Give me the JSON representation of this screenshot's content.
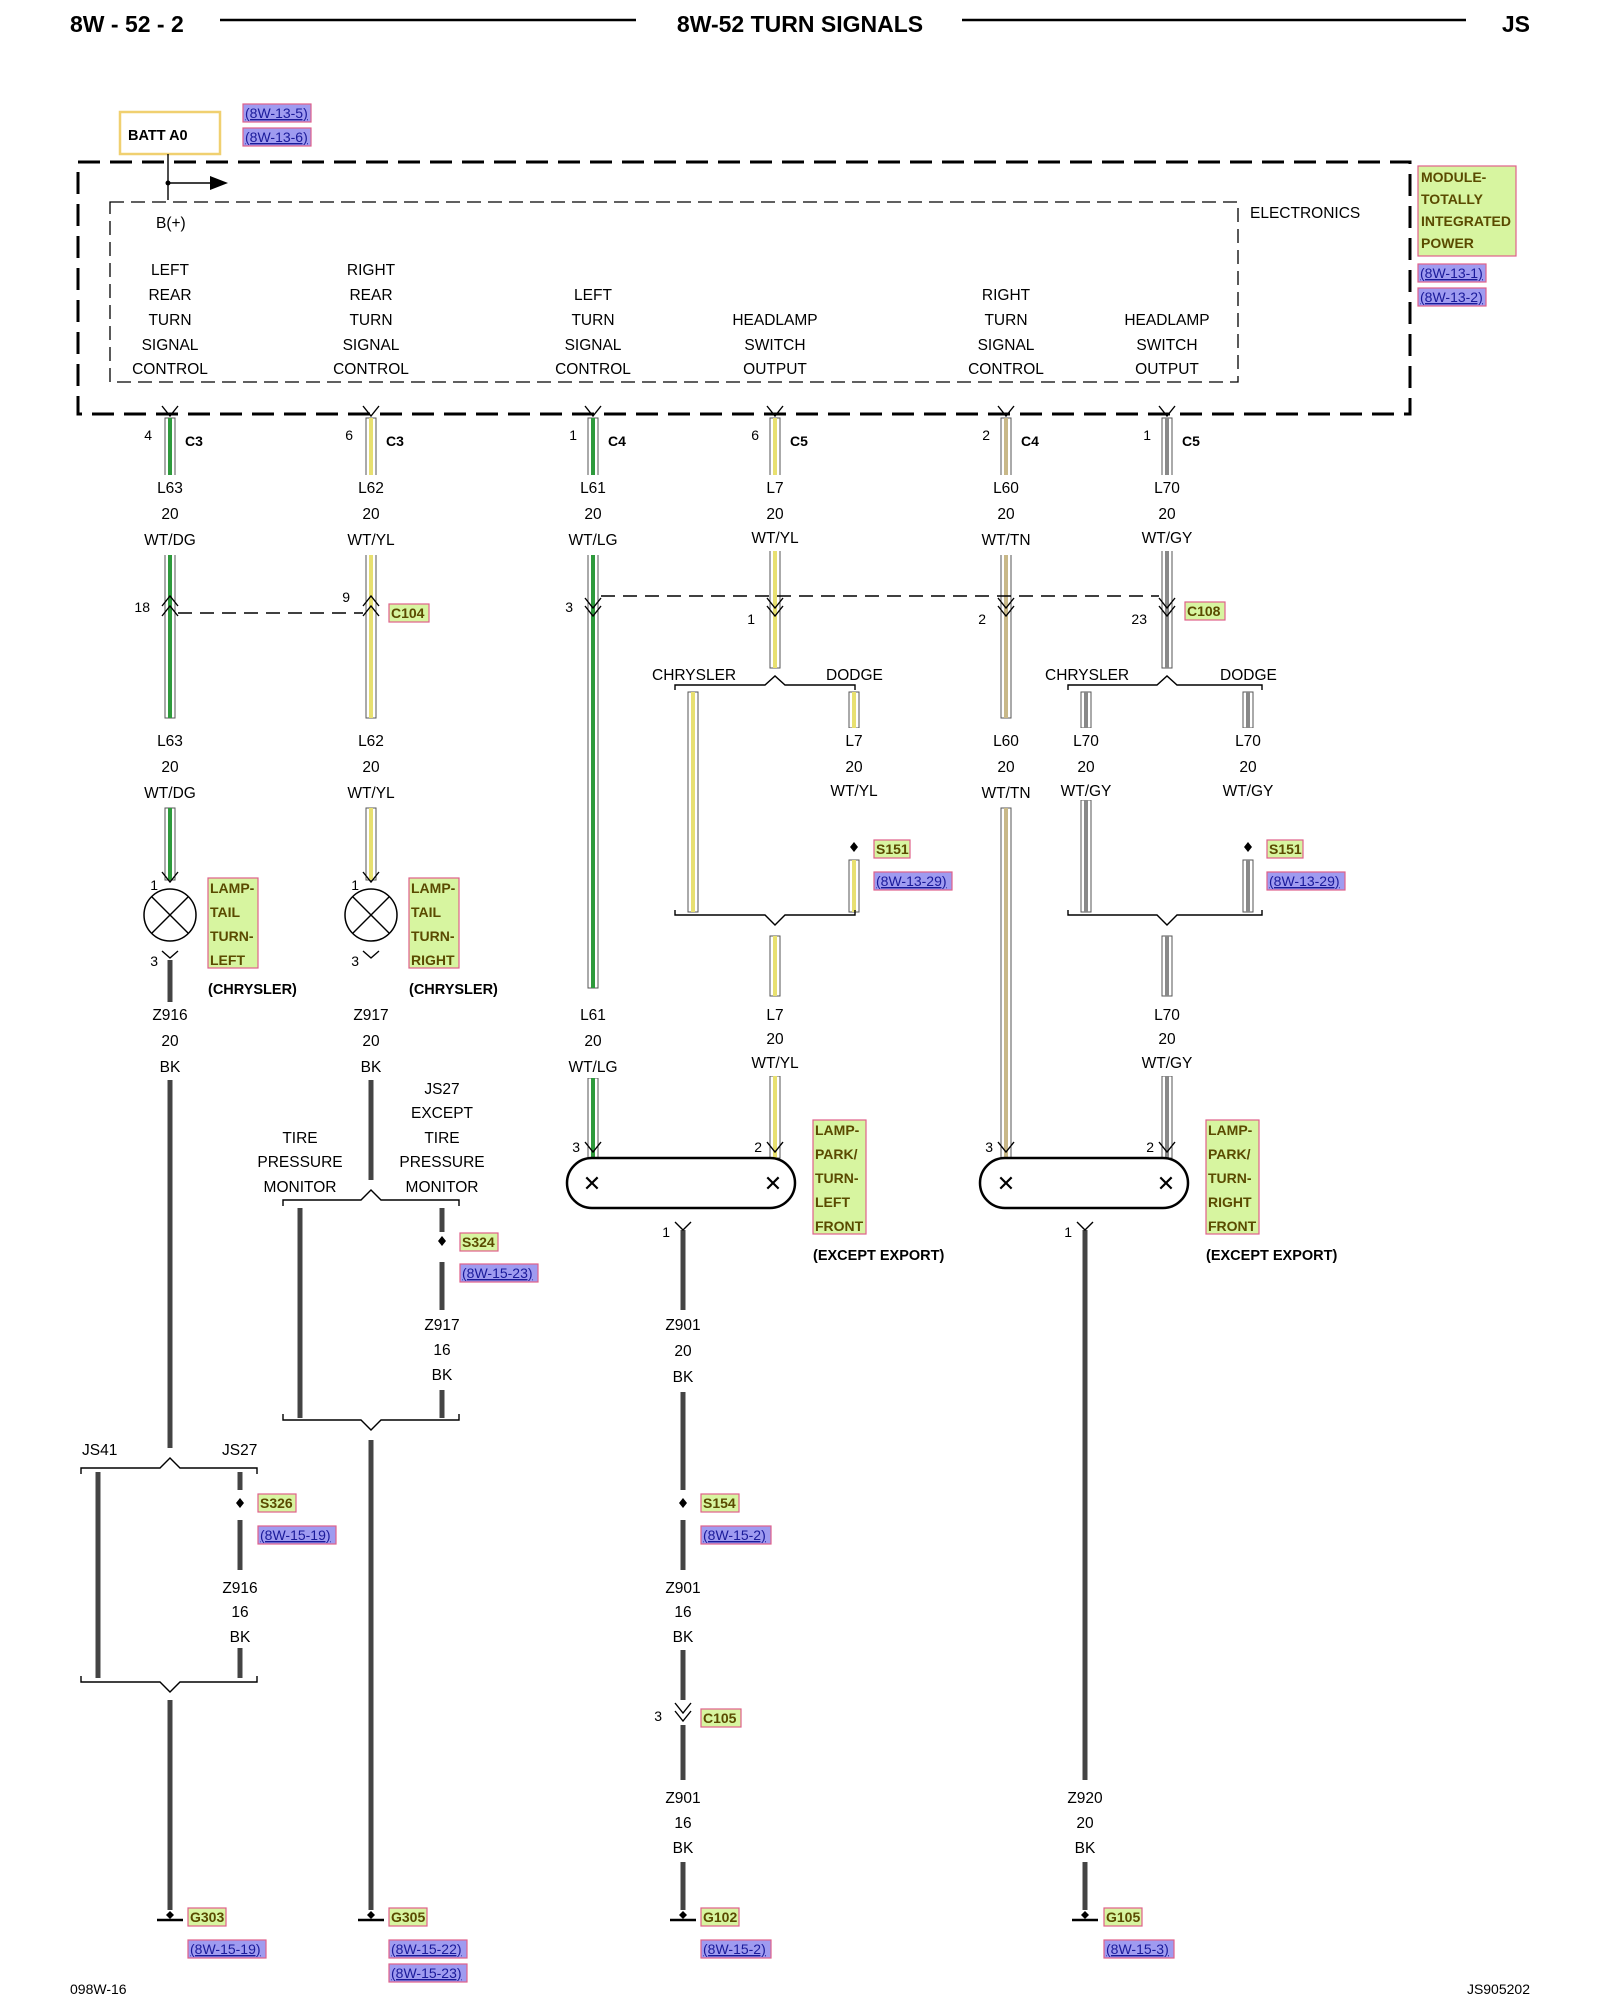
{
  "header": {
    "page_id": "8W - 52 - 2",
    "title": "8W-52 TURN SIGNALS",
    "model": "JS"
  },
  "footer": {
    "left": "098W-16",
    "right": "JS905202"
  },
  "battery": {
    "label": "BATT A0",
    "refs": [
      "(8W-13-5)",
      "(8W-13-6)"
    ]
  },
  "module": {
    "section": "ELECTRONICS",
    "name_lines": [
      "MODULE-",
      "TOTALLY",
      "INTEGRATED",
      "POWER"
    ],
    "refs": [
      "(8W-13-1)",
      "(8W-13-2)"
    ],
    "bplus": "B(+)",
    "outputs": [
      {
        "lines": [
          "LEFT",
          "REAR",
          "TURN",
          "SIGNAL",
          "CONTROL"
        ]
      },
      {
        "lines": [
          "RIGHT",
          "REAR",
          "TURN",
          "SIGNAL",
          "CONTROL"
        ]
      },
      {
        "lines": [
          "LEFT",
          "TURN",
          "SIGNAL",
          "CONTROL"
        ]
      },
      {
        "lines": [
          "HEADLAMP",
          "SWITCH",
          "OUTPUT"
        ]
      },
      {
        "lines": [
          "RIGHT",
          "TURN",
          "SIGNAL",
          "CONTROL"
        ]
      },
      {
        "lines": [
          "HEADLAMP",
          "SWITCH",
          "OUTPUT"
        ]
      }
    ],
    "pins": [
      {
        "pin": "4",
        "conn": "C3"
      },
      {
        "pin": "6",
        "conn": "C3"
      },
      {
        "pin": "1",
        "conn": "C4"
      },
      {
        "pin": "6",
        "conn": "C5"
      },
      {
        "pin": "2",
        "conn": "C4"
      },
      {
        "pin": "1",
        "conn": "C5"
      }
    ]
  },
  "wires_top": [
    {
      "circuit": "L63",
      "gauge": "20",
      "color": "WT/DG"
    },
    {
      "circuit": "L62",
      "gauge": "20",
      "color": "WT/YL"
    },
    {
      "circuit": "L61",
      "gauge": "20",
      "color": "WT/LG"
    },
    {
      "circuit": "L7",
      "gauge": "20",
      "color": "WT/YL"
    },
    {
      "circuit": "L60",
      "gauge": "20",
      "color": "WT/TN"
    },
    {
      "circuit": "L70",
      "gauge": "20",
      "color": "WT/GY"
    }
  ],
  "connectors": {
    "c104": {
      "name": "C104",
      "pins": [
        "18",
        "9"
      ]
    },
    "c108": {
      "name": "C108",
      "pins": [
        "3",
        "1",
        "2",
        "23"
      ]
    },
    "c105": {
      "name": "C105",
      "pin": "3"
    }
  },
  "variants": {
    "chrysler": "CHRYSLER",
    "dodge": "DODGE"
  },
  "wires_mid": [
    {
      "circuit": "L63",
      "gauge": "20",
      "color": "WT/DG"
    },
    {
      "circuit": "L62",
      "gauge": "20",
      "color": "WT/YL"
    },
    {
      "circuit": "L7",
      "gauge": "20",
      "color": "WT/YL"
    },
    {
      "circuit": "L60",
      "gauge": "20",
      "color": "WT/TN"
    },
    {
      "circuit": "L70",
      "gauge": "20",
      "color": "WT/GY"
    },
    {
      "circuit": "L70",
      "gauge": "20",
      "color": "WT/GY"
    }
  ],
  "splices": {
    "s151_a": {
      "name": "S151",
      "ref": "(8W-13-29)"
    },
    "s151_b": {
      "name": "S151",
      "ref": "(8W-13-29)"
    },
    "s324": {
      "name": "S324",
      "ref": "(8W-15-23)"
    },
    "s326": {
      "name": "S326",
      "ref": "(8W-15-19)"
    },
    "s154": {
      "name": "S154",
      "ref": "(8W-15-2)"
    }
  },
  "lamps": {
    "tail_left": {
      "lines": [
        "LAMP-",
        "TAIL",
        "TURN-",
        "LEFT"
      ],
      "note": "(CHRYSLER)",
      "pins": [
        "1",
        "3"
      ]
    },
    "tail_right": {
      "lines": [
        "LAMP-",
        "TAIL",
        "TURN-",
        "RIGHT"
      ],
      "note": "(CHRYSLER)",
      "pins": [
        "1",
        "3"
      ]
    },
    "front_left": {
      "lines": [
        "LAMP-",
        "PARK/",
        "TURN-",
        "LEFT",
        "FRONT"
      ],
      "note": "(EXCEPT EXPORT)",
      "pins": [
        "3",
        "2",
        "1"
      ]
    },
    "front_right": {
      "lines": [
        "LAMP-",
        "PARK/",
        "TURN-",
        "RIGHT",
        "FRONT"
      ],
      "note": "(EXCEPT EXPORT)",
      "pins": [
        "3",
        "2",
        "1"
      ]
    }
  },
  "wires_low": [
    {
      "circuit": "Z916",
      "gauge": "20",
      "color": "BK"
    },
    {
      "circuit": "Z917",
      "gauge": "20",
      "color": "BK"
    },
    {
      "circuit": "L61",
      "gauge": "20",
      "color": "WT/LG"
    },
    {
      "circuit": "L7",
      "gauge": "20",
      "color": "WT/YL"
    },
    {
      "circuit": "L70",
      "gauge": "20",
      "color": "WT/GY"
    }
  ],
  "tpm_branch": {
    "left_lines": [
      "TIRE",
      "PRESSURE",
      "MONITOR"
    ],
    "right_lines": [
      "JS27",
      "EXCEPT",
      "TIRE",
      "PRESSURE",
      "MONITOR"
    ],
    "wire": {
      "circuit": "Z917",
      "gauge": "16",
      "color": "BK"
    }
  },
  "js_branch": {
    "left": "JS41",
    "right": "JS27",
    "wire": {
      "circuit": "Z916",
      "gauge": "16",
      "color": "BK"
    }
  },
  "ground_wires": [
    {
      "circuit": "Z901",
      "gauge": "20",
      "color": "BK"
    },
    {
      "circuit": "Z901",
      "gauge": "16",
      "color": "BK"
    },
    {
      "circuit": "Z901",
      "gauge": "16",
      "color": "BK"
    },
    {
      "circuit": "Z920",
      "gauge": "20",
      "color": "BK"
    }
  ],
  "grounds": [
    {
      "name": "G303",
      "refs": [
        "(8W-15-19)"
      ]
    },
    {
      "name": "G305",
      "refs": [
        "(8W-15-22)",
        "(8W-15-23)"
      ]
    },
    {
      "name": "G102",
      "refs": [
        "(8W-15-2)"
      ]
    },
    {
      "name": "G105",
      "refs": [
        "(8W-15-3)"
      ]
    }
  ],
  "colors": {
    "tag_fill": "#d7f5a0",
    "tag_border": "#e0608a",
    "ref_fill": "#9f9bf0",
    "batt_border": "#f0d070",
    "wire_green": "#2e9a3c",
    "wire_yellow": "#e8e070",
    "wire_tan": "#c8b888",
    "wire_gray": "#888888",
    "wire_black": "#444444"
  }
}
